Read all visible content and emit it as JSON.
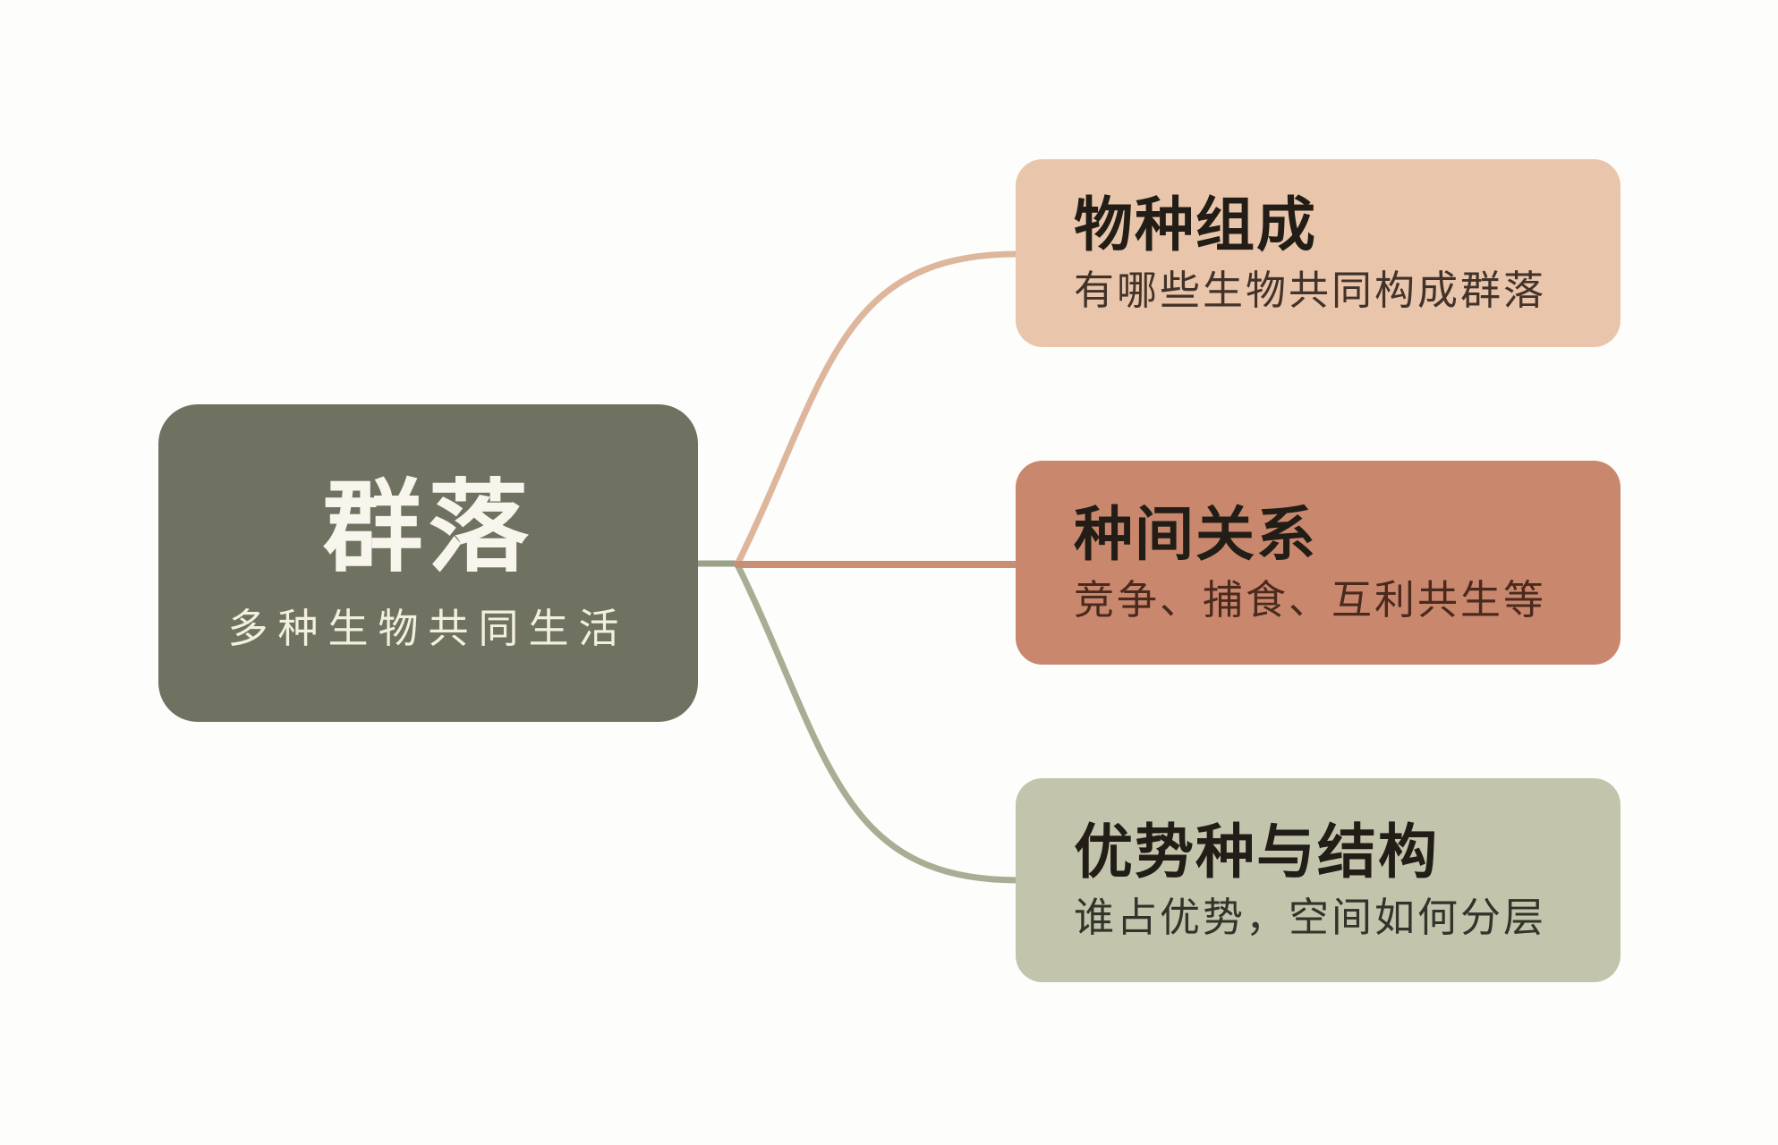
{
  "root": {
    "title": "群落",
    "subtitle": "多种生物共同生活"
  },
  "branches": [
    {
      "title": "物种组成",
      "subtitle": "有哪些生物共同构成群落"
    },
    {
      "title": "种间关系",
      "subtitle": "竞争、捕食、互利共生等"
    },
    {
      "title": "优势种与结构",
      "subtitle": "谁占优势，空间如何分层"
    }
  ],
  "colors": {
    "background": "#fdfdfb",
    "root_bg": "#6f7261",
    "root_title_text": "#f8f6ec",
    "root_subtitle_text": "#f3f0de",
    "branch1_bg": "#e9c6ab",
    "branch2_bg": "#c9886e",
    "branch3_bg": "#c2c4ac",
    "branch_title_text": "#221d16",
    "branch1_subtitle_text": "#42332a",
    "branch2_subtitle_text": "#4a2a1d",
    "branch3_subtitle_text": "#32332a",
    "connector_stub": "#9aa189",
    "connector_top": "#ddb69c",
    "connector_middle": "#c88f74",
    "connector_bottom": "#a8ad93"
  }
}
